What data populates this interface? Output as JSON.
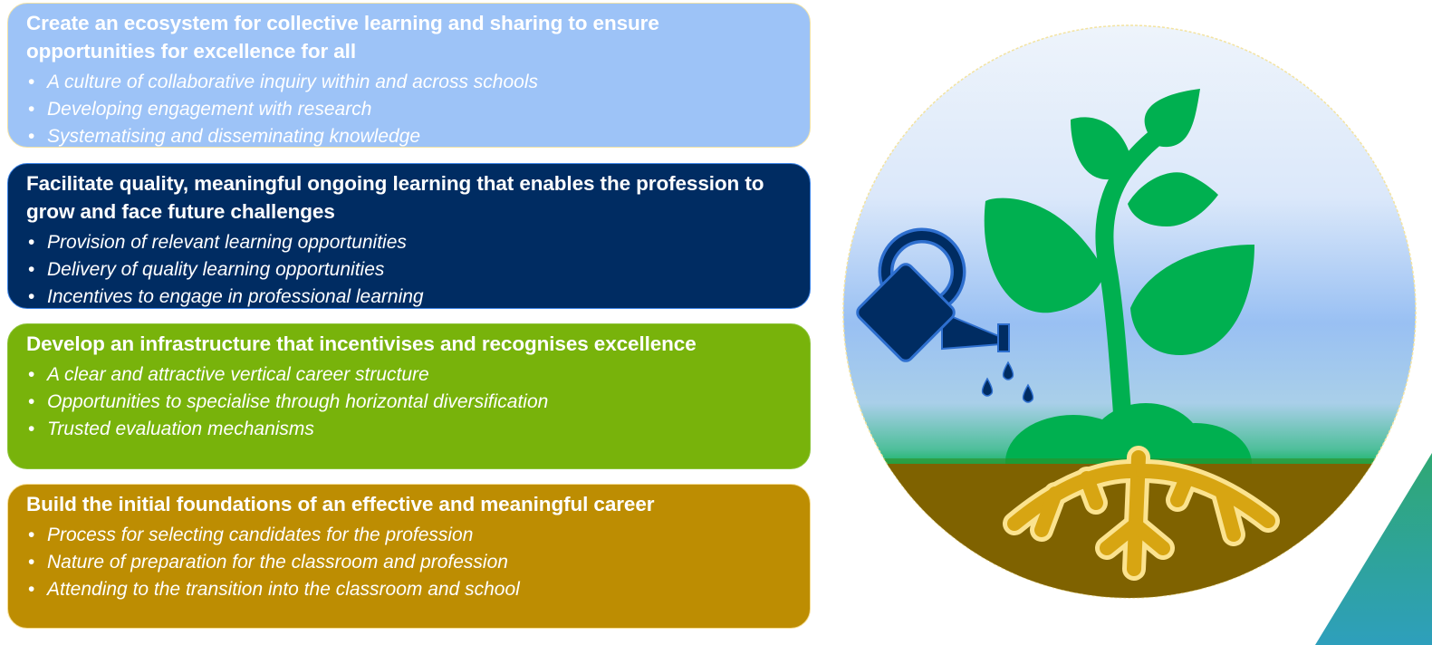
{
  "pillars": [
    {
      "heading": "Create an ecosystem for collective learning and sharing to ensure opportunities for excellence for all",
      "bullets": [
        "A culture of collaborative inquiry within and across schools",
        "Developing engagement with research",
        "Systematising and disseminating knowledge"
      ],
      "color": "#9dc3f7"
    },
    {
      "heading": "Facilitate quality, meaningful ongoing learning that enables the profession to grow and face future challenges",
      "bullets": [
        "Provision of relevant learning opportunities",
        "Delivery of quality learning opportunities",
        "Incentives to engage in professional learning"
      ],
      "color": "#002c62"
    },
    {
      "heading": "Develop an infrastructure that incentivises and recognises excellence",
      "bullets": [
        "A clear and attractive vertical career structure",
        "Opportunities to specialise through horizontal diversification",
        "Trusted evaluation mechanisms"
      ],
      "color": "#78b30b"
    },
    {
      "heading": "Build the initial foundations of an effective and meaningful career",
      "bullets": [
        "Process for selecting candidates for the profession",
        "Nature of preparation for the classroom and profession",
        "Attending to the transition into the classroom and school"
      ],
      "color": "#bd8d02"
    }
  ],
  "illustration": {
    "icons": [
      "plant-icon",
      "watering-can-icon",
      "roots-icon",
      "water-drop-icon"
    ],
    "colors": {
      "leaf": "#00b050",
      "can": "#002c62",
      "root": "#d7a512",
      "soil": "#7f6200",
      "sky_top": "#eef4fb",
      "sky_mid": "#99c0f3",
      "accent_triangle": "#2e9fbc"
    }
  }
}
